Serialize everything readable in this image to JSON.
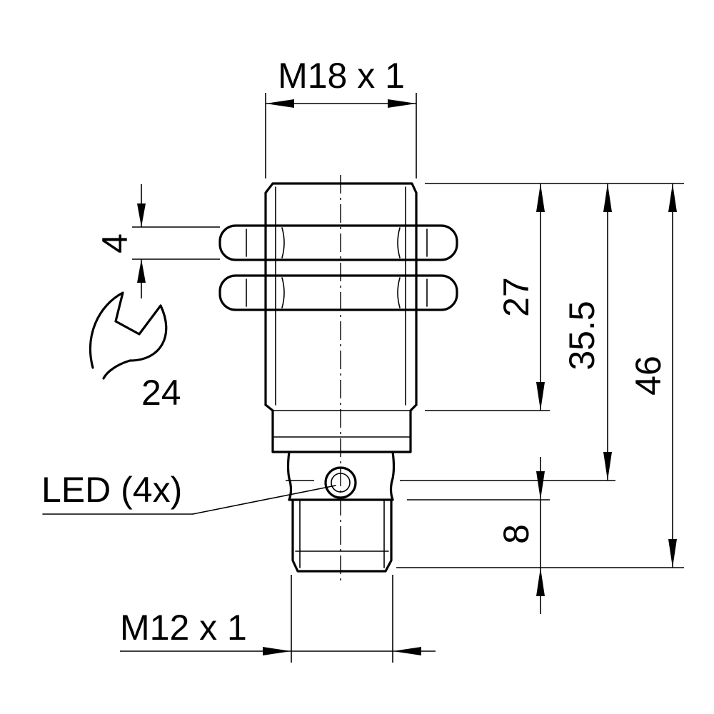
{
  "dimensions": {
    "body_thread": "M18 x 1",
    "connector_thread": "M12 x 1",
    "nut_thickness": "4",
    "wrench_size": "24",
    "length_27": "27",
    "length_35_5": "35.5",
    "length_46": "46",
    "length_8": "8"
  },
  "callouts": {
    "led": "LED (4x)"
  },
  "icons": {
    "wrench": "wrench-icon"
  },
  "colors": {
    "line": "#000000",
    "background": "#ffffff"
  }
}
